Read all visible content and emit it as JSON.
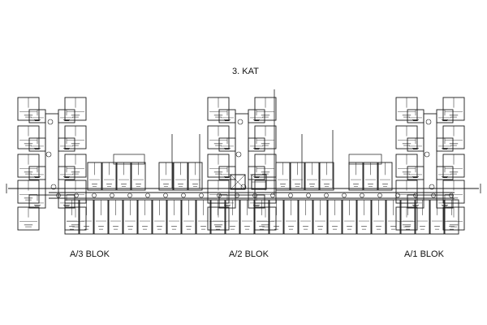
{
  "floor_title": "3. KAT",
  "blocks": [
    {
      "id": "a3",
      "label": "A/3 BLOK"
    },
    {
      "id": "a2",
      "label": "A/2 BLOK"
    },
    {
      "id": "a1",
      "label": "A/1 BLOK"
    }
  ],
  "colors": {
    "line": "#1a1a1a",
    "background": "#ffffff"
  }
}
